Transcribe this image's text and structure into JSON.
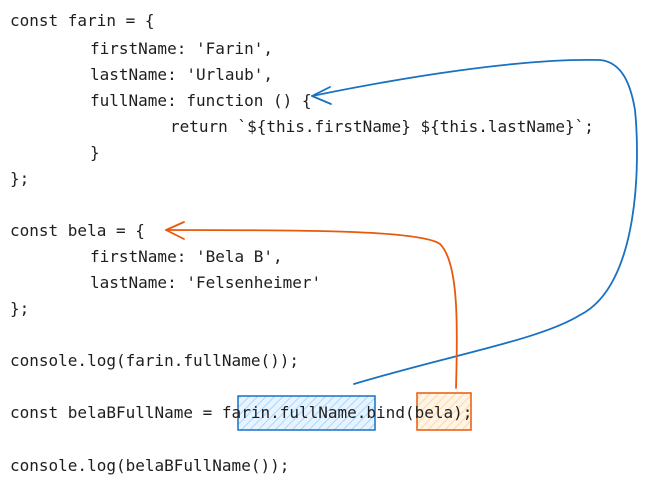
{
  "code": {
    "farin_open": "const farin = {",
    "farin_first": "firstName: 'Farin',",
    "farin_last": "lastName: 'Urlaub',",
    "farin_full": "fullName: function () {",
    "farin_return": "return `${this.firstName} ${this.lastName}`;",
    "farin_inner_close": "}",
    "farin_close": "};",
    "bela_open": "const bela = {",
    "bela_first": "firstName: 'Bela B',",
    "bela_last": "lastName: 'Felsenheimer'",
    "bela_close": "};",
    "log_farin": "console.log(farin.fullName());",
    "bind_prefix": "const belaBFullName = ",
    "bind_fn": "farin.fullName",
    "bind_call": ".bind",
    "bind_open": "(",
    "bind_arg": "bela",
    "bind_close": ");",
    "log_bela": "console.log(belaBFullName());"
  },
  "colors": {
    "ink": "#1e1e1e",
    "blue_stroke": "#1971c2",
    "blue_fill": "#a5d8ff",
    "orange_stroke": "#e8590c",
    "orange_fill": "#ffd8a8"
  }
}
